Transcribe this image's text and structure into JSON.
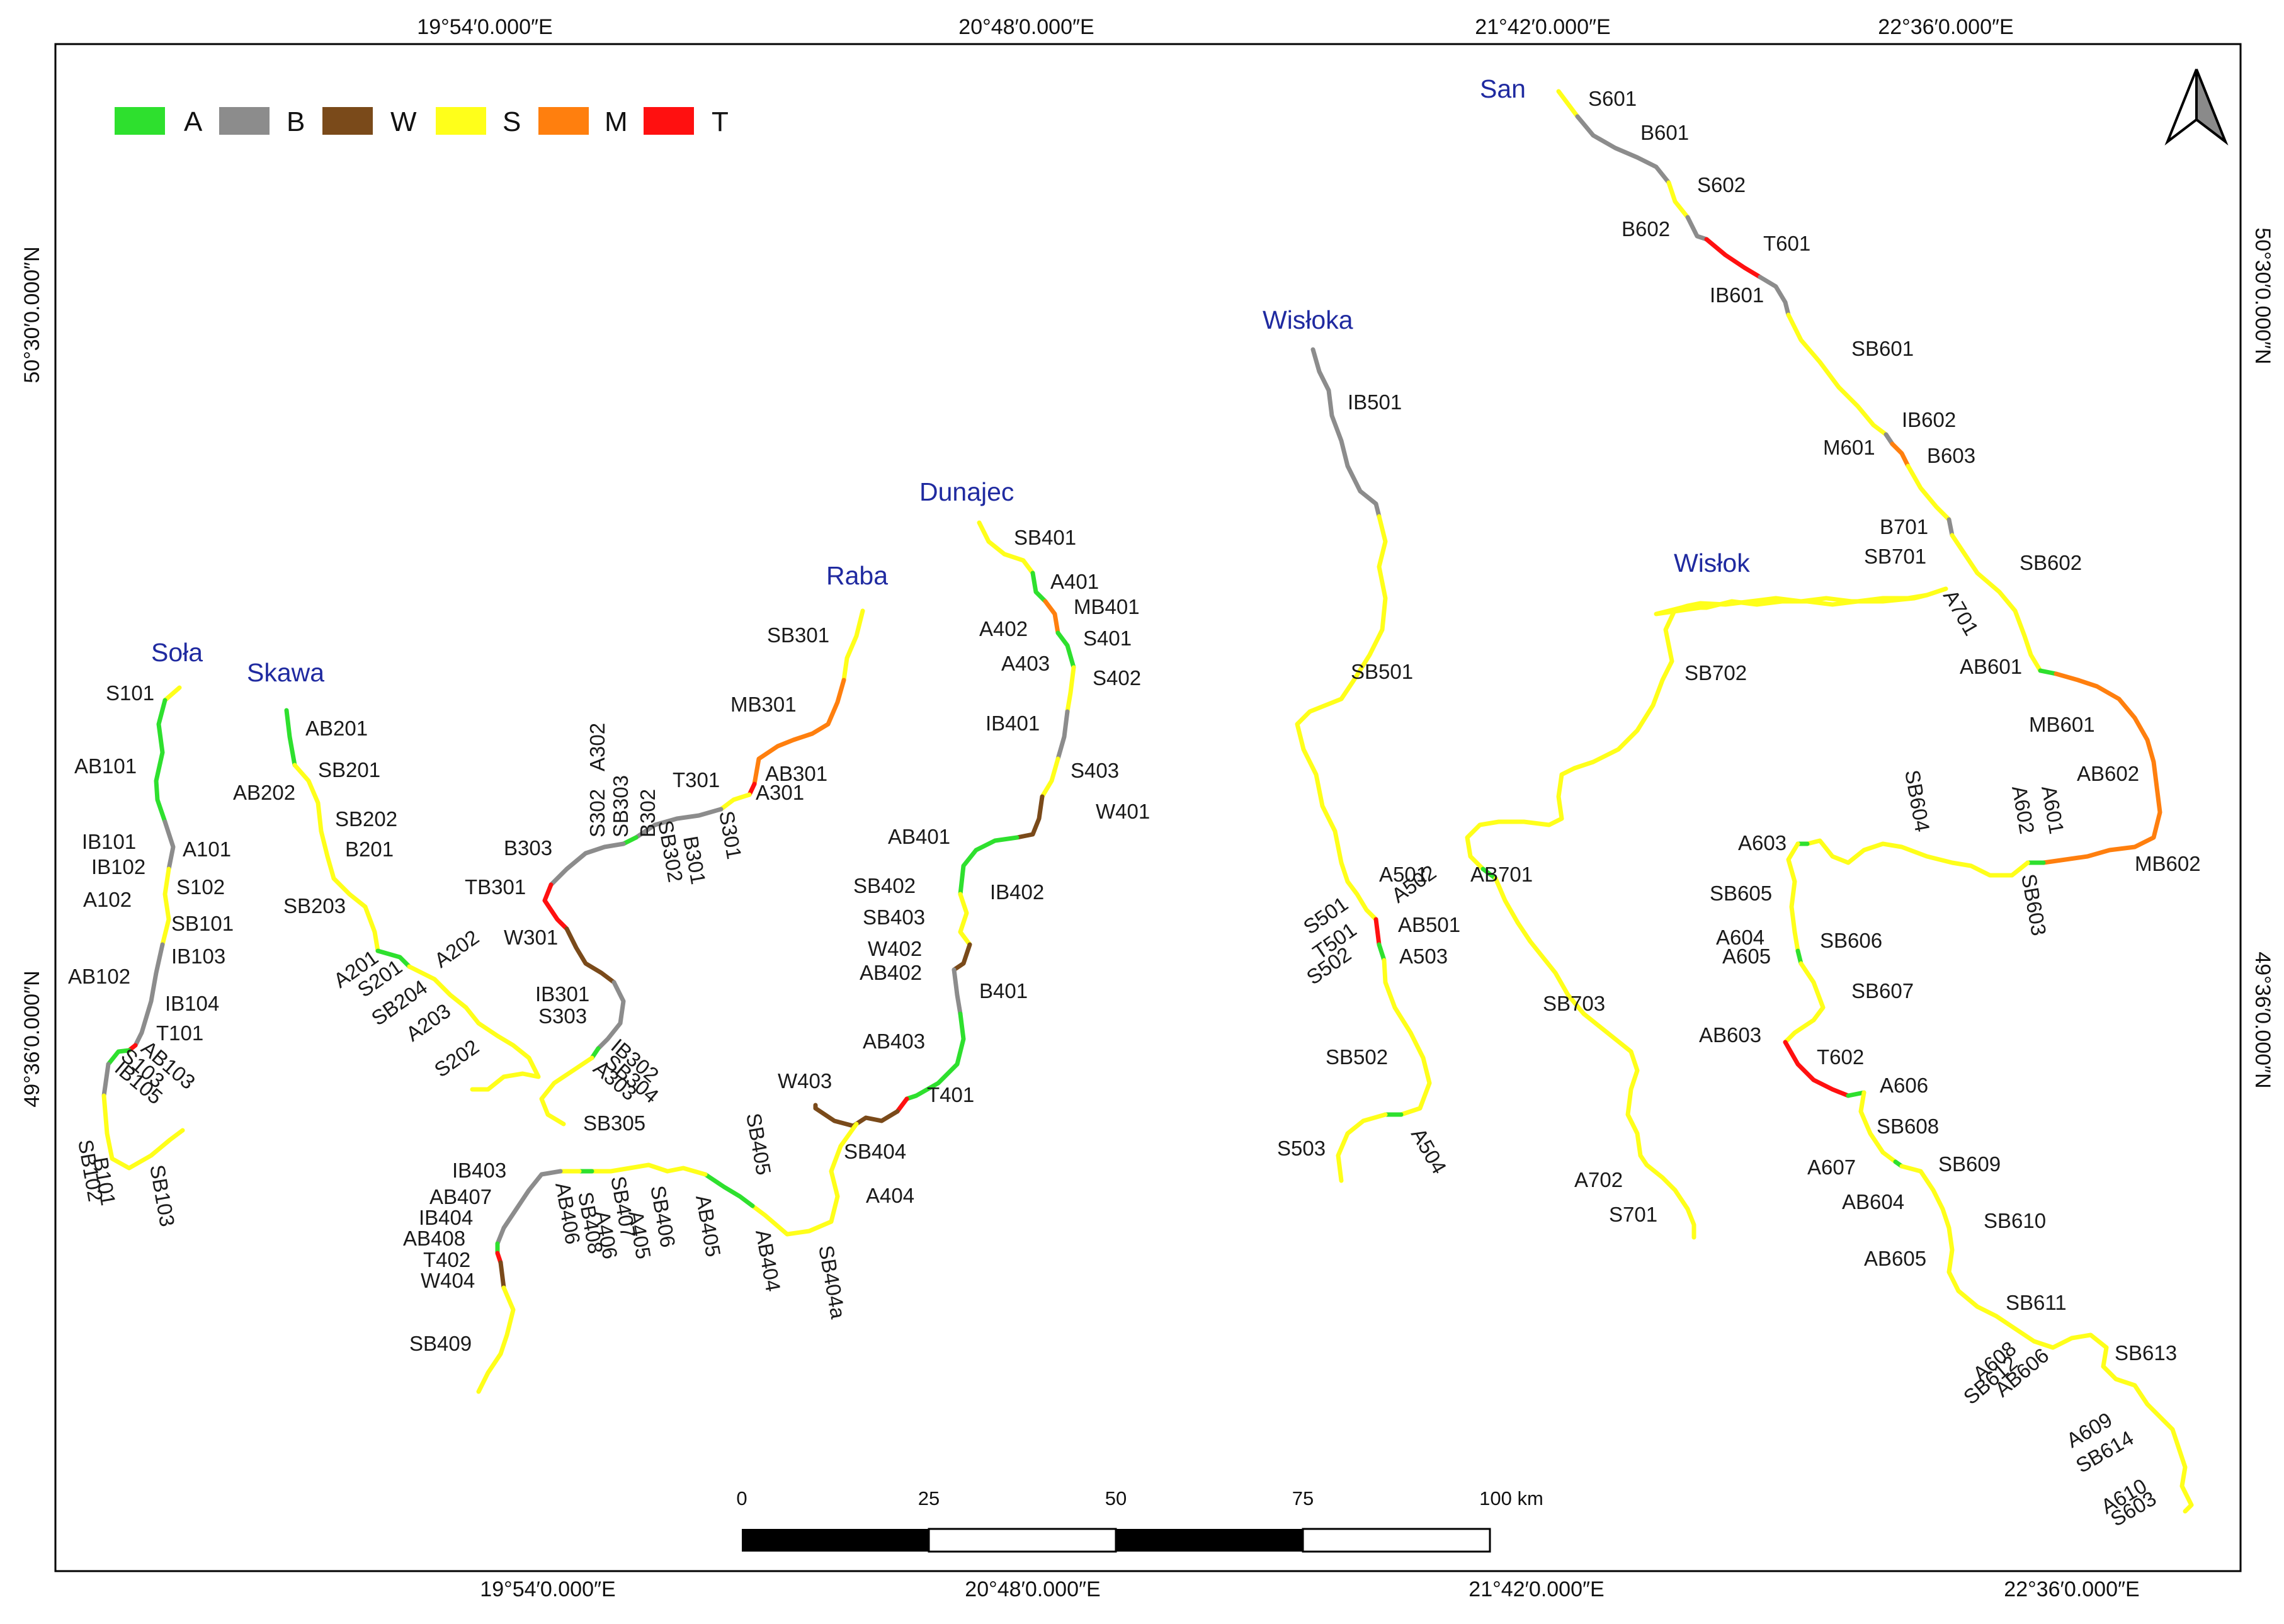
{
  "colors": {
    "A": "#2ee02e",
    "B": "#8c8c8c",
    "W": "#7a4a1a",
    "S": "#ffff1a",
    "M": "#ff7f0e",
    "T": "#ff1010",
    "river_label": "#1f2aa0"
  },
  "legend": [
    {
      "key": "A",
      "label": "A"
    },
    {
      "key": "B",
      "label": "B"
    },
    {
      "key": "W",
      "label": "W"
    },
    {
      "key": "S",
      "label": "S"
    },
    {
      "key": "M",
      "label": "M"
    },
    {
      "key": "T",
      "label": "T"
    }
  ],
  "coordinates": {
    "top": [
      "19°54′0.000″E",
      "20°48′0.000″E",
      "21°42′0.000″E",
      "22°36′0.000″E"
    ],
    "bottom": [
      "19°54′0.000″E",
      "20°48′0.000″E",
      "21°42′0.000″E",
      "22°36′0.000″E"
    ],
    "left": [
      "50°30′0.000″N",
      "49°36′0.000″N"
    ],
    "right": [
      "50°30′0.000″N",
      "49°36′0.000″N"
    ]
  },
  "north_arrow": "north-arrow-icon",
  "scale_bar": {
    "ticks": [
      "0",
      "25",
      "50",
      "75",
      "100 km"
    ]
  },
  "rivers": {
    "sola": "Soła",
    "skawa": "Skawa",
    "raba": "Raba",
    "dunajec": "Dunajec",
    "wisloka": "Wisłoka",
    "san": "San",
    "wislok": "Wisłok"
  },
  "segment_labels": [
    "S101",
    "AB101",
    "IB101",
    "IB102",
    "A101",
    "S102",
    "A102",
    "SB101",
    "IB103",
    "AB102",
    "IB104",
    "T101",
    "AB103",
    "S103",
    "IB105",
    "SB102",
    "B101",
    "SB103",
    "AB201",
    "SB201",
    "AB202",
    "SB202",
    "B201",
    "SB203",
    "A201",
    "S201",
    "A202",
    "SB204",
    "A203",
    "S202",
    "SB301",
    "MB301",
    "AB301",
    "A301",
    "T301",
    "A302",
    "B303",
    "S302",
    "SB303",
    "B302",
    "SB302",
    "B301",
    "S301",
    "TB301",
    "W301",
    "IB301",
    "S303",
    "IB302",
    "SB304",
    "A303",
    "SB305",
    "SB401",
    "A401",
    "MB401",
    "A402",
    "S401",
    "A403",
    "S402",
    "IB401",
    "S403",
    "W401",
    "AB401",
    "SB402",
    "IB402",
    "SB403",
    "W402",
    "AB402",
    "B401",
    "AB403",
    "W403",
    "T401",
    "SB405",
    "SB404",
    "A404",
    "SB404a",
    "AB404",
    "AB405",
    "SB406",
    "A405",
    "SB407",
    "A406",
    "SB408",
    "AB406",
    "IB403",
    "AB407",
    "IB404",
    "AB408",
    "T402",
    "W404",
    "SB409",
    "IB501",
    "SB501",
    "A501",
    "A502",
    "S501",
    "AB501",
    "T501",
    "S502",
    "A503",
    "SB502",
    "S503",
    "A504",
    "S601",
    "B601",
    "S602",
    "B602",
    "T601",
    "IB601",
    "SB601",
    "IB602",
    "M601",
    "B603",
    "B701",
    "SB701",
    "SB602",
    "A701",
    "SB702",
    "AB601",
    "MB601",
    "AB602",
    "A602",
    "A601",
    "SB604",
    "A603",
    "SB605",
    "SB603",
    "MB602",
    "A604",
    "SB606",
    "A605",
    "SB607",
    "AB603",
    "T602",
    "A606",
    "SB608",
    "A607",
    "SB609",
    "AB604",
    "SB610",
    "AB605",
    "SB611",
    "A608",
    "SB612",
    "AB606",
    "SB613",
    "A609",
    "SB614",
    "A610",
    "S603",
    "AB701",
    "SB703",
    "A702",
    "S701"
  ]
}
